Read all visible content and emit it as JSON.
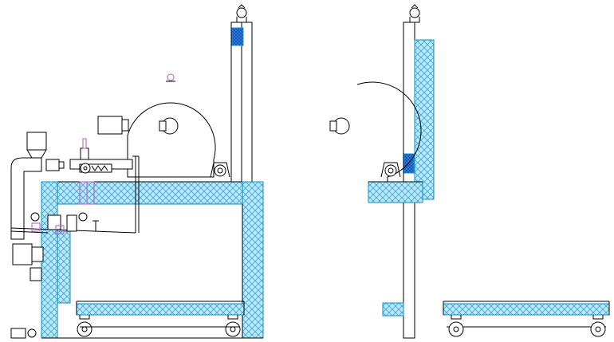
{
  "drawing": {
    "kind": "technical-cad-drawing",
    "views": [
      "front-elevation",
      "side-section"
    ],
    "hatch_pattern": "crosshatch-insulation",
    "colors": {
      "background": "#ffffff",
      "line": "#000000",
      "insulation_fill": "#bfe6f5",
      "insulation_hatch": "#1aa0d6",
      "insulation_edge": "#0a8fd0",
      "dense_block": "#1f6fd6",
      "accent_magenta": "#c050d0"
    }
  }
}
